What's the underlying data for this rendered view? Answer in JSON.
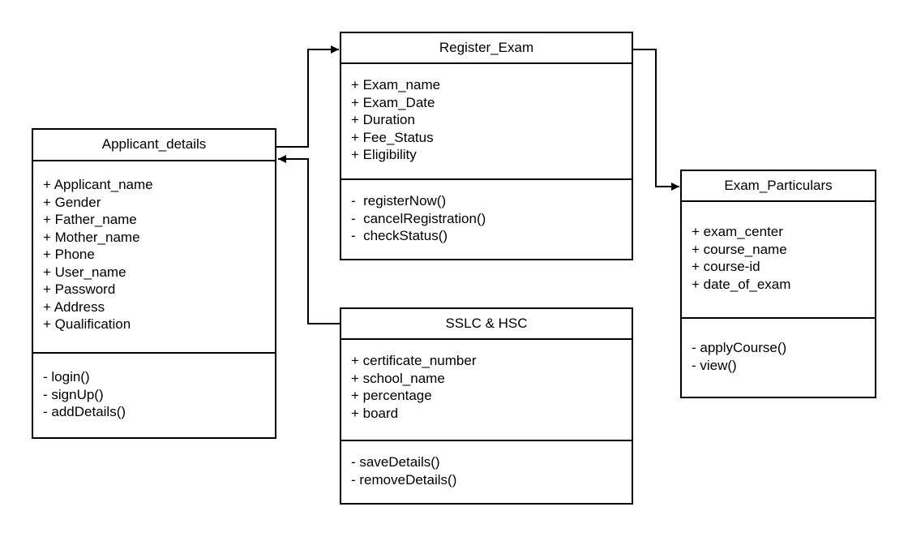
{
  "classes": {
    "applicant_details": {
      "name": "Applicant_details",
      "attributes": [
        "+ Applicant_name",
        "+ Gender",
        "+ Father_name",
        "+ Mother_name",
        "+ Phone",
        "+ User_name",
        "+ Password",
        "+ Address",
        "+ Qualification"
      ],
      "methods": [
        "- login()",
        "- signUp()",
        "- addDetails()"
      ]
    },
    "register_exam": {
      "name": "Register_Exam",
      "attributes": [
        "+ Exam_name",
        "+ Exam_Date",
        "+ Duration",
        "+ Fee_Status",
        "+ Eligibility"
      ],
      "methods": [
        "-  registerNow()",
        "-  cancelRegistration()",
        "-  checkStatus()"
      ]
    },
    "exam_particulars": {
      "name": "Exam_Particulars",
      "attributes": [
        "+ exam_center",
        "+ course_name",
        "+ course-id",
        "+ date_of_exam"
      ],
      "methods": [
        "- applyCourse()",
        "- view()"
      ]
    },
    "sslc_hsc": {
      "name": "SSLC & HSC",
      "attributes": [
        "+ certificate_number",
        "+ school_name",
        "+ percentage",
        "+ board"
      ],
      "methods": [
        "- saveDetails()",
        "- removeDetails()"
      ]
    }
  },
  "connectors": [
    {
      "from": "Applicant_details",
      "to": "Register_Exam"
    },
    {
      "from": "Register_Exam",
      "to": "Exam_Particulars"
    },
    {
      "from": "SSLC & HSC",
      "to": "Applicant_details"
    }
  ]
}
